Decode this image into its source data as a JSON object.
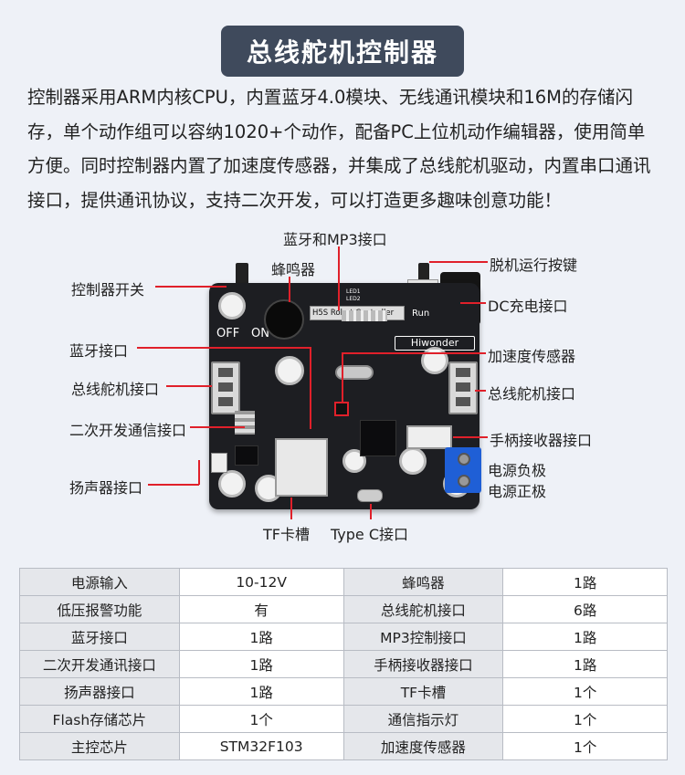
{
  "title": "总线舵机控制器",
  "description": "控制器采用ARM内核CPU，内置蓝牙4.0模块、无线通讯模块和16M的存储闪存，单个动作组可以容纳1020+个动作，配备PC上位机动作编辑器，使用简单方便。同时控制器内置了加速度传感器，并集成了总线舵机驱动，内置串口通讯接口，提供通讯协议，支持二次开发，可以打造更多趣味创意功能！",
  "board": {
    "name": "H5S Robot Controller",
    "brand": "Hiwonder",
    "off": "OFF",
    "on": "ON",
    "run": "Run",
    "led1": "LED1",
    "led2": "LED2"
  },
  "labels": {
    "bt_mp3": "蓝牙和MP3接口",
    "buzzer": "蜂鸣器",
    "switch": "控制器开关",
    "offline_key": "脱机运行按键",
    "dc": "DC充电接口",
    "bluetooth": "蓝牙接口",
    "accel": "加速度传感器",
    "servo_left": "总线舵机接口",
    "servo_right": "总线舵机接口",
    "secondary": "二次开发通信接口",
    "gamepad": "手柄接收器接口",
    "speaker": "扬声器接口",
    "neg": "电源负极",
    "pos": "电源正极",
    "tf": "TF卡槽",
    "typec": "Type C接口"
  },
  "colors": {
    "accent": "#e0202a",
    "title_bg": "#3f4a5c",
    "pcb": "#1d1e22",
    "terminal": "#1f5fd6"
  },
  "specs": [
    [
      "电源输入",
      "10-12V",
      "蜂鸣器",
      "1路"
    ],
    [
      "低压报警功能",
      "有",
      "总线舵机接口",
      "6路"
    ],
    [
      "蓝牙接口",
      "1路",
      "MP3控制接口",
      "1路"
    ],
    [
      "二次开发通讯接口",
      "1路",
      "手柄接收器接口",
      "1路"
    ],
    [
      "扬声器接口",
      "1路",
      "TF卡槽",
      "1个"
    ],
    [
      "Flash存储芯片",
      "1个",
      "通信指示灯",
      "1个"
    ],
    [
      "主控芯片",
      "STM32F103",
      "加速度传感器",
      "1个"
    ]
  ]
}
